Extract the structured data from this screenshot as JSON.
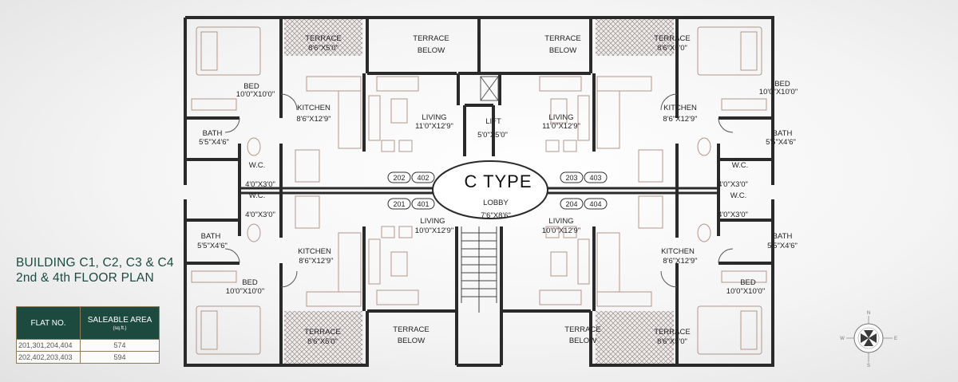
{
  "title": {
    "line1": "BUILDING C1, C2, C3 & C4",
    "line2": "2nd & 4th FLOOR PLAN"
  },
  "table": {
    "headers": {
      "flat": "FLAT NO.",
      "area": "SALEABLE AREA",
      "unit": "(sq.ft.)"
    },
    "rows": [
      {
        "flats": "201,301,204,404",
        "area": "574"
      },
      {
        "flats": "202,402,203,403",
        "area": "594"
      }
    ]
  },
  "plan": {
    "type_label": "C  TYPE",
    "rooms": {
      "terrace": "TERRACE",
      "terrace_below": "TERRACE",
      "below": "BELOW",
      "bed": "BED",
      "bath": "BATH",
      "wc": "W.C.",
      "kitchen": "KITCHEN",
      "living": "LIVING",
      "lift": "LIFT",
      "lobby": "LOBBY"
    },
    "dims": {
      "terrace": "8'6\"X5'0\"",
      "bed": "10'0\"X10'0\"",
      "bath": "5'5\"X4'6\"",
      "wc": "4'0\"X3'0\"",
      "kitchen": "8'6\"X12'9\"",
      "living_top": "11'0\"X12'9\"",
      "living_bottom": "10'0\"X12'9\"",
      "lift": "5'0\"X5'0\"",
      "lobby": "7'6\"X8'6\""
    },
    "flat_tags": {
      "top_left": [
        "202",
        "402"
      ],
      "top_right": [
        "203",
        "403"
      ],
      "bottom_left": [
        "201",
        "401"
      ],
      "bottom_right": [
        "204",
        "404"
      ]
    }
  },
  "compass": {
    "n": "N",
    "s": "S",
    "e": "E",
    "w": "W"
  },
  "colors": {
    "title": "#1d4a3f",
    "header_bg": "#1d4a3f",
    "wall": "#2a2a2a",
    "furniture": "#b3978a"
  }
}
